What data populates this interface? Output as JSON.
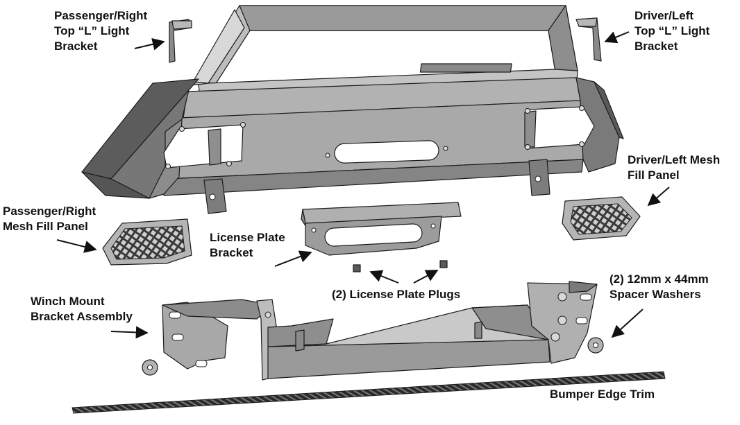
{
  "colors": {
    "steel_light": "#c9c9c9",
    "steel_mid": "#a9a9a9",
    "steel_dark": "#6e6e6e",
    "steel_shadow": "#4a4a4a",
    "outline": "#1c1c1c",
    "label_text": "#111111"
  },
  "labels": {
    "passenger_top_bracket": [
      "Passenger/Right",
      "Top “L” Light",
      "Bracket"
    ],
    "driver_top_bracket": [
      "Driver/Left",
      "Top “L” Light",
      "Bracket"
    ],
    "driver_mesh": [
      "Driver/Left Mesh",
      "Fill Panel"
    ],
    "passenger_mesh": [
      "Passenger/Right",
      "Mesh Fill Panel"
    ],
    "license_bracket": [
      "License Plate",
      "Bracket"
    ],
    "license_plugs": [
      "(2) License Plate Plugs"
    ],
    "spacer_washers": [
      "(2) 12mm x 44mm",
      "Spacer Washers"
    ],
    "winch_mount": [
      "Winch Mount",
      "Bracket Assembly"
    ],
    "edge_trim": [
      "Bumper Edge Trim"
    ]
  }
}
